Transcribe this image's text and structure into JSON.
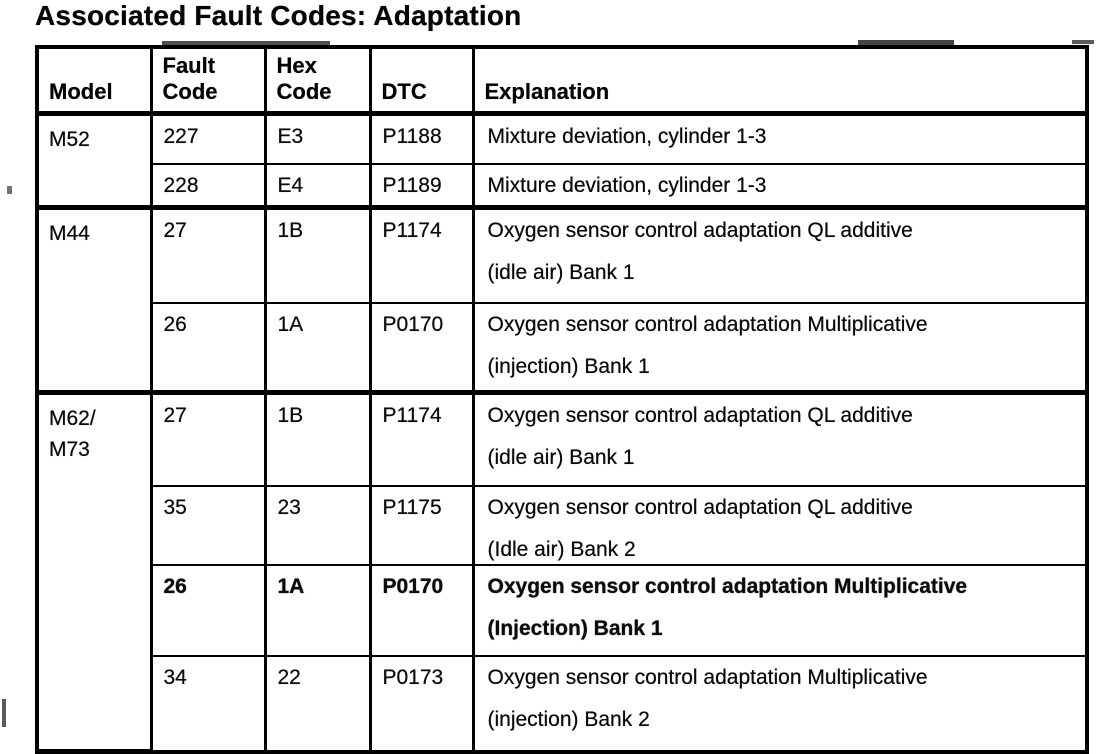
{
  "title": "Associated Fault Codes: Adaptation",
  "colors": {
    "ink": "#0b0b0b",
    "paper": "#ffffff"
  },
  "table": {
    "headers": [
      {
        "lines": [
          "Model"
        ]
      },
      {
        "lines": [
          "Fault",
          "Code"
        ]
      },
      {
        "lines": [
          "Hex",
          "Code"
        ]
      },
      {
        "lines": [
          "DTC"
        ]
      },
      {
        "lines": [
          "Explanation"
        ]
      }
    ],
    "groups": [
      {
        "model_lines": [
          "M52"
        ],
        "rows": [
          {
            "fault_code": "227",
            "hex_code": "E3",
            "dtc": "P1188",
            "explanation_lines": [
              "Mixture deviation, cylinder 1-3"
            ]
          },
          {
            "fault_code": "228",
            "hex_code": "E4",
            "dtc": "P1189",
            "explanation_lines": [
              "Mixture deviation, cylinder 1-3"
            ]
          }
        ]
      },
      {
        "model_lines": [
          "M44"
        ],
        "rows": [
          {
            "fault_code": "27",
            "hex_code": "1B",
            "dtc": "P1174",
            "explanation_lines": [
              "Oxygen sensor control adaptation QL additive",
              "(idle air) Bank 1"
            ]
          },
          {
            "fault_code": "26",
            "hex_code": "1A",
            "dtc": "P0170",
            "explanation_lines": [
              "Oxygen sensor control adaptation Multiplicative",
              "(injection) Bank 1"
            ]
          }
        ]
      },
      {
        "model_lines": [
          "M62/",
          "M73"
        ],
        "rows": [
          {
            "fault_code": "27",
            "hex_code": "1B",
            "dtc": "P1174",
            "explanation_lines": [
              "Oxygen sensor control adaptation QL additive",
              "(idle air) Bank 1"
            ]
          },
          {
            "fault_code": "35",
            "hex_code": "23",
            "dtc": "P1175",
            "explanation_lines": [
              "Oxygen sensor control adaptation QL additive",
              "(Idle air) Bank 2"
            ]
          },
          {
            "fault_code": "26",
            "hex_code": "1A",
            "dtc": "P0170",
            "explanation_lines": [
              "Oxygen sensor control adaptation Multiplicative",
              "(Injection) Bank 1"
            ]
          },
          {
            "fault_code": "34",
            "hex_code": "22",
            "dtc": "P0173",
            "explanation_lines": [
              "Oxygen sensor control adaptation Multiplicative",
              "(injection) Bank 2"
            ]
          }
        ]
      }
    ]
  }
}
